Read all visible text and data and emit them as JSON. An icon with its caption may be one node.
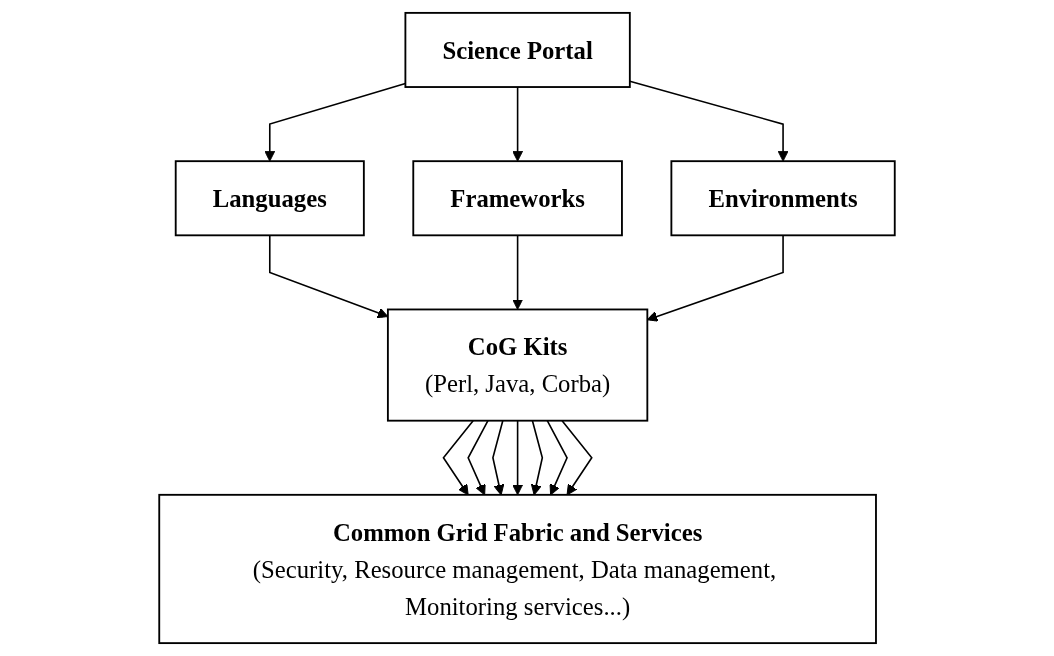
{
  "diagram": {
    "nodes": [
      {
        "text": [
          "Science Portal"
        ]
      },
      {
        "text": [
          "Languages"
        ]
      },
      {
        "text": [
          "Frameworks"
        ]
      },
      {
        "text": [
          "Environments"
        ]
      },
      {
        "text": [
          "CoG Kits",
          "(Perl, Java, Corba)"
        ]
      },
      {
        "text": [
          "Common Grid Fabric and Services",
          "(Security, Resource management, Data management, Monitoring services...)"
        ]
      }
    ],
    "edges": [
      {
        "from": 0,
        "to": 1,
        "arrow": "to"
      },
      {
        "from": 0,
        "to": 2,
        "arrow": "to"
      },
      {
        "from": 0,
        "to": 3,
        "arrow": "to"
      },
      {
        "from": 1,
        "to": 4,
        "arrow": "to"
      },
      {
        "from": 2,
        "to": 4,
        "arrow": "to"
      },
      {
        "from": 3,
        "to": 4,
        "arrow": "to"
      },
      {
        "from": 4,
        "to": 5,
        "arrow": "to"
      },
      {
        "from": 4,
        "to": 5,
        "arrow": "to"
      },
      {
        "from": 4,
        "to": 5,
        "arrow": "to"
      },
      {
        "from": 4,
        "to": 5,
        "arrow": "to"
      },
      {
        "from": 4,
        "to": 5,
        "arrow": "to"
      },
      {
        "from": 4,
        "to": 5,
        "arrow": "to"
      },
      {
        "from": 4,
        "to": 5,
        "arrow": "to"
      }
    ]
  }
}
